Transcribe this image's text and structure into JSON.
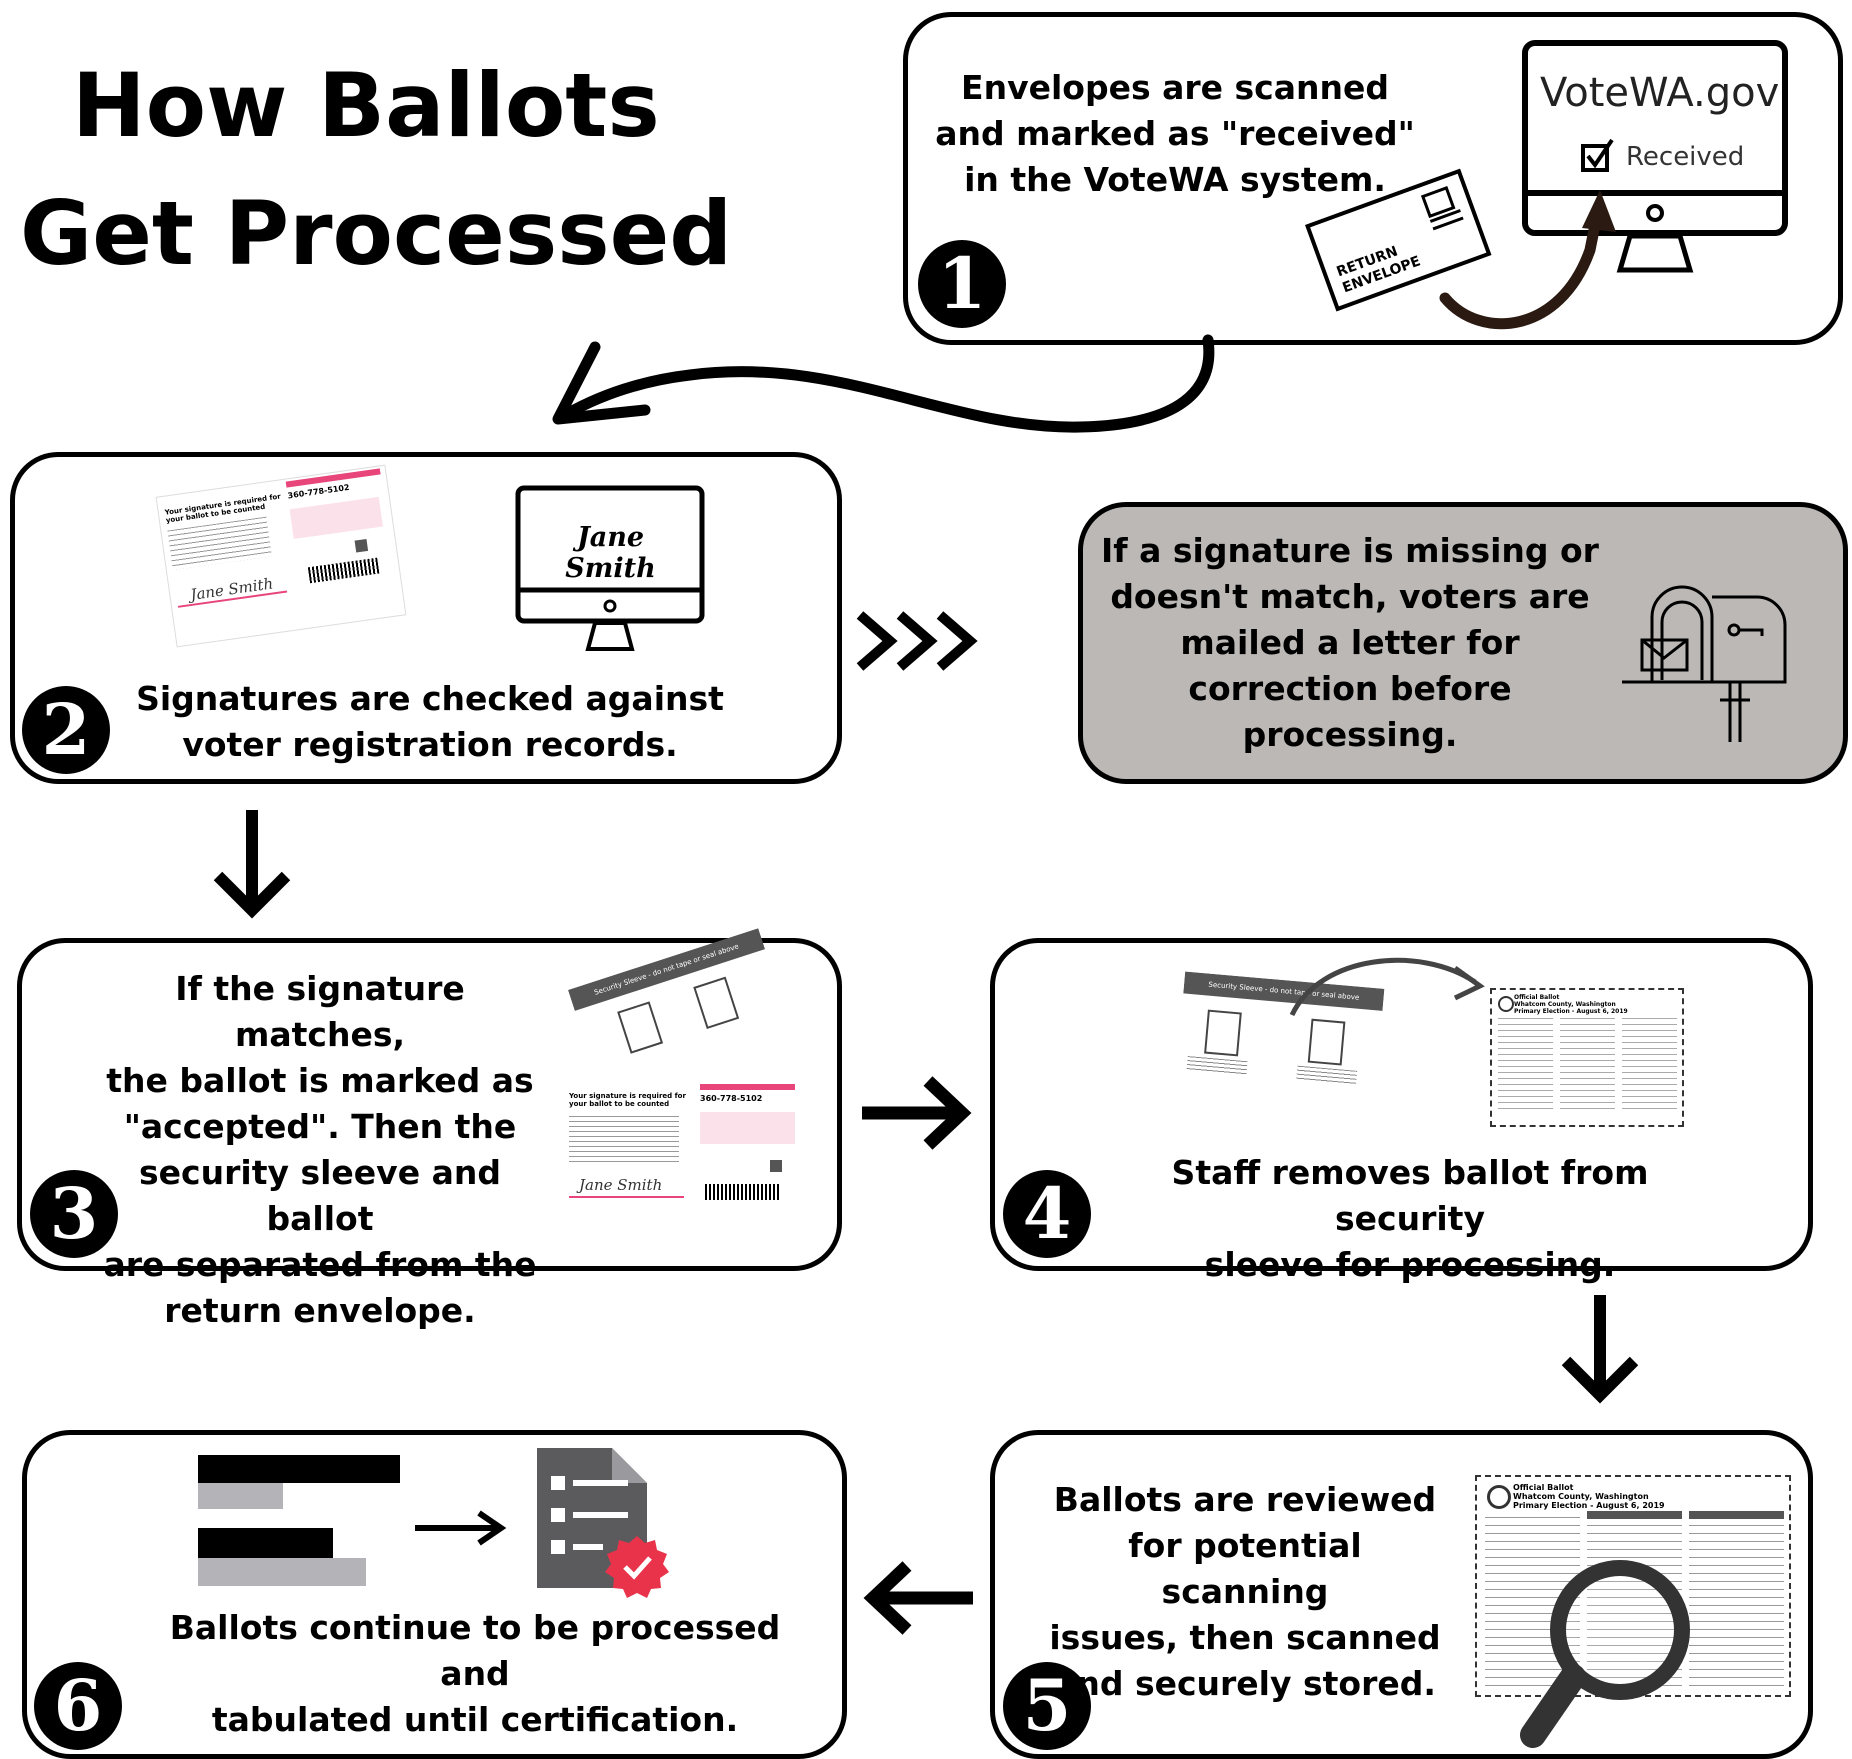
{
  "title": {
    "line1": "How Ballots",
    "line2": "Get Processed"
  },
  "steps": [
    {
      "number": "1",
      "text": [
        "Envelopes are scanned",
        "and marked as \"received\"",
        "in the VoteWA system."
      ]
    },
    {
      "number": "2",
      "text": [
        "Signatures are checked against",
        "voter registration records."
      ]
    },
    {
      "number": "3",
      "text": [
        "If the signature matches,",
        "the ballot is marked as",
        "\"accepted\". Then the",
        "security sleeve and ballot",
        "are separated from the",
        "return envelope."
      ]
    },
    {
      "number": "4",
      "text": [
        "Staff removes ballot from security",
        "sleeve for processing."
      ]
    },
    {
      "number": "5",
      "text": [
        "Ballots are reviewed",
        "for potential scanning",
        "issues, then scanned",
        "and securely stored."
      ]
    },
    {
      "number": "6",
      "text": [
        "Ballots continue to be processed and",
        "tabulated until certification."
      ]
    }
  ],
  "side_note": {
    "text": [
      "If a signature is missing or",
      "doesn't match, voters are",
      "mailed a letter for",
      "correction before",
      "processing."
    ]
  },
  "illustrations": {
    "monitor_site": "VoteWA.gov",
    "monitor_status": "Received",
    "envelope_label": [
      "RETURN",
      "ENVELOPE"
    ],
    "signature_name": "Jane Smith",
    "form_heading": [
      "Your signature is required for",
      "your ballot to be counted"
    ],
    "form_phone": "360-778-5102",
    "sleeve_label": "Security Sleeve - do not tape or seal above",
    "ballot_title": [
      "Official Ballot",
      "Whatcom County, Washington",
      "Primary Election - August 6, 2019"
    ]
  },
  "icons": [
    "computer-monitor-icon",
    "checkbox-checked-icon",
    "return-envelope-icon",
    "mailbox-icon",
    "chevron-triple-icon",
    "arrow-down-icon",
    "arrow-right-icon",
    "arrow-left-icon",
    "checklist-document-icon",
    "bar-chart-icon",
    "magnifying-glass-icon"
  ],
  "colors": {
    "panel_grey": "#bcb8b6",
    "accent_pink": "#e8457a",
    "badge_red": "#e8334a",
    "dark": "#000000"
  }
}
